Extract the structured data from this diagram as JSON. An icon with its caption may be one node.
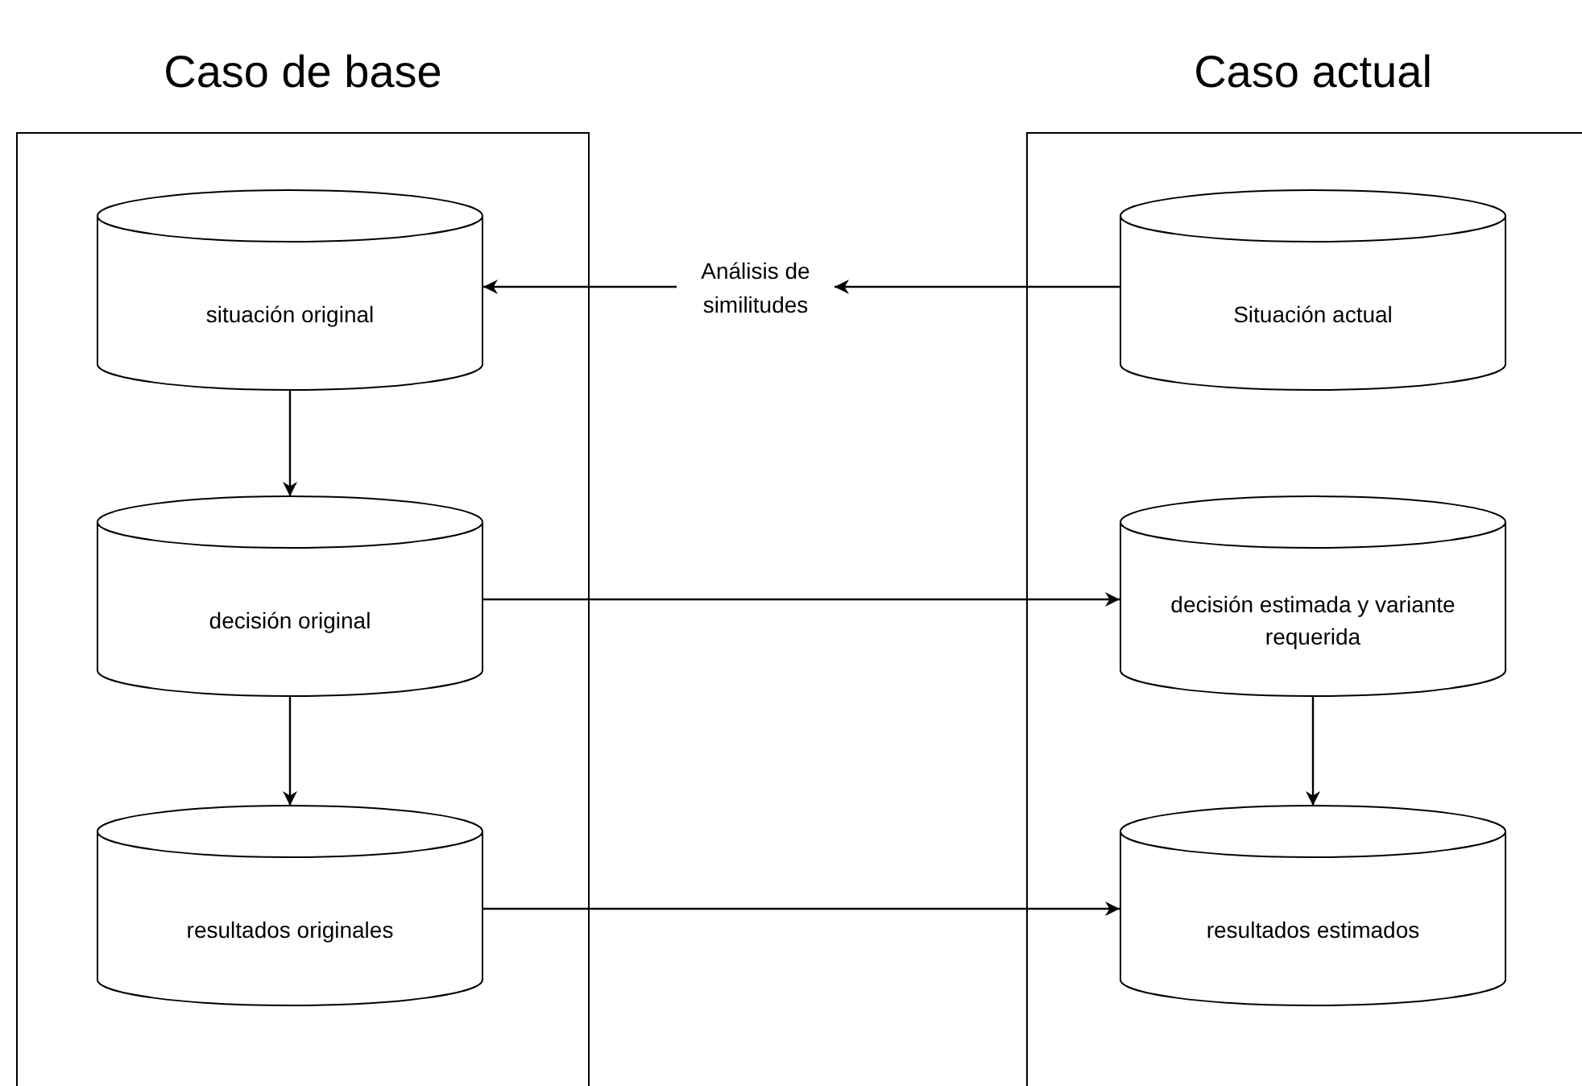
{
  "diagram": {
    "nodes": [
      {
        "text": [
          "Caso de base"
        ]
      },
      {
        "text": [
          "situación original"
        ],
        "in": 0
      },
      {
        "text": [
          "decisión original"
        ],
        "in": 0
      },
      {
        "text": [
          "resultados originales"
        ],
        "in": 0
      },
      {
        "text": [
          "Caso actual"
        ]
      },
      {
        "text": [
          "Situación actual"
        ],
        "in": 4
      },
      {
        "text": [
          "decisión estimada y variante requerida"
        ],
        "in": 4
      },
      {
        "text": [
          "resultados estimados"
        ],
        "in": 4
      },
      {
        "text": [
          "Análisis de similitudes"
        ]
      }
    ],
    "edges": [
      {
        "from": 5,
        "to": 8,
        "arrow": "to"
      },
      {
        "from": 8,
        "to": 1,
        "arrow": "to"
      },
      {
        "from": 1,
        "to": 2,
        "arrow": "to"
      },
      {
        "from": 2,
        "to": 3,
        "arrow": "to"
      },
      {
        "from": 2,
        "to": 6,
        "arrow": "to"
      },
      {
        "from": 3,
        "to": 7,
        "arrow": "to"
      },
      {
        "from": 6,
        "to": 7,
        "arrow": "to"
      }
    ]
  }
}
